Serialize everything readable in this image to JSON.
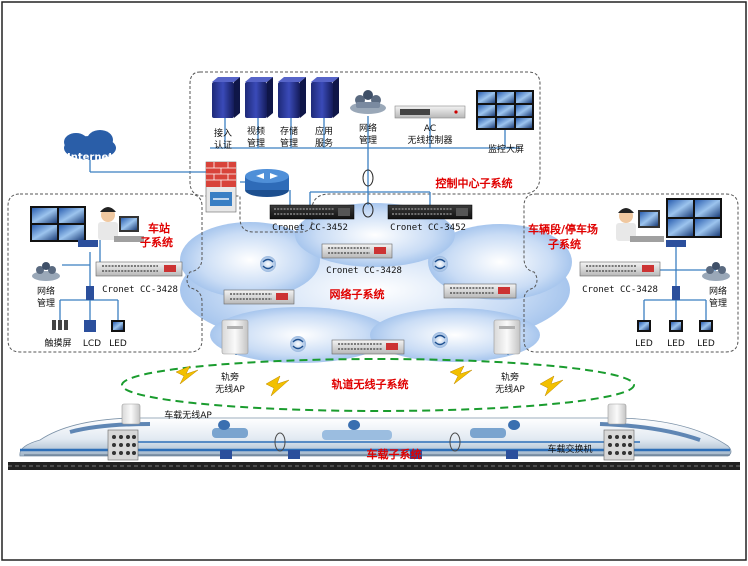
{
  "control_center": {
    "title": "控制中心子系统",
    "servers": [
      {
        "line1": "接入",
        "line2": "认证"
      },
      {
        "line1": "视频",
        "line2": "管理"
      },
      {
        "line1": "存储",
        "line2": "管理"
      },
      {
        "line1": "应用",
        "line2": "服务"
      }
    ],
    "netmgmt": {
      "line1": "网络",
      "line2": "管理"
    },
    "ac": {
      "line1": "AC",
      "line2": "无线控制器"
    },
    "wall": "监控大屏",
    "switch_left": "Cronet CC-3452",
    "switch_right": "Cronet CC-3452"
  },
  "internet": "Internet",
  "station": {
    "title_line1": "车站",
    "title_line2": "子系统",
    "switch": "Cronet CC-3428",
    "netmgmt": {
      "line1": "网络",
      "line2": "管理"
    },
    "devices": [
      "触摸屏",
      "LCD",
      "LED"
    ]
  },
  "depot": {
    "title_line1": "车辆段/停车场",
    "title_line2": "子系统",
    "switch": "Cronet CC-3428",
    "netmgmt": {
      "line1": "网络",
      "line2": "管理"
    },
    "devices": [
      "LED",
      "LED",
      "LED"
    ]
  },
  "network": {
    "title": "网络子系统",
    "switch_top": "Cronet CC-3428"
  },
  "wireless": {
    "title": "轨道无线子系统",
    "ap_left": {
      "line1": "轨旁",
      "line2": "无线AP"
    },
    "ap_right": {
      "line1": "轨旁",
      "line2": "无线AP"
    }
  },
  "onboard": {
    "title": "车载子系统",
    "ap": "车载无线AP",
    "switch": "车载交换机"
  }
}
